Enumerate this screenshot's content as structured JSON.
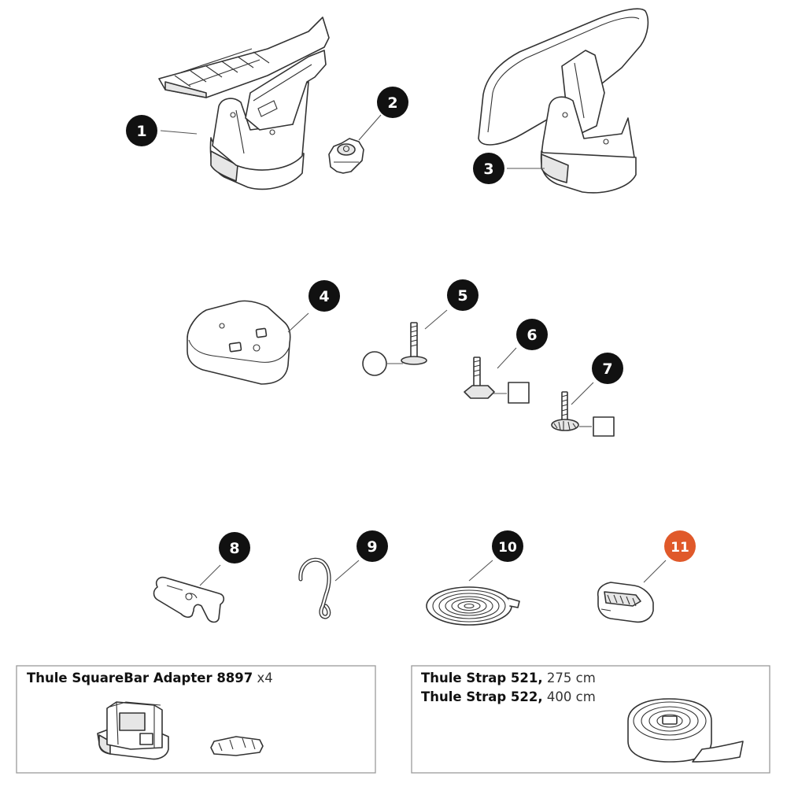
{
  "colors": {
    "badge": "#111111",
    "badge_highlight": "#e0592a",
    "line": "#333333",
    "frame": "#9a9a9a"
  },
  "parts": [
    {
      "number": "1",
      "icon": "kayak-cradle-icon"
    },
    {
      "number": "2",
      "icon": "star-knob-icon"
    },
    {
      "number": "3",
      "icon": "kayak-pad-mount-icon"
    },
    {
      "number": "4",
      "icon": "adapter-pad-icon"
    },
    {
      "number": "5",
      "icon": "t-bolt-washer-icon"
    },
    {
      "number": "6",
      "icon": "t-bolt-square-icon"
    },
    {
      "number": "7",
      "icon": "bolt-toothed-plate-icon"
    },
    {
      "number": "8",
      "icon": "key-plate-icon"
    },
    {
      "number": "9",
      "icon": "hook-icon"
    },
    {
      "number": "10",
      "icon": "coiled-strap-icon"
    },
    {
      "number": "11",
      "icon": "strap-buckle-icon",
      "highlight": true
    }
  ],
  "boxes": {
    "squarebar": {
      "name": "Thule SquareBar Adapter 8897",
      "qty": "x4"
    },
    "straps": {
      "line1_name": "Thule Strap 521,",
      "line1_length": "275 cm",
      "line2_name": "Thule Strap 522,",
      "line2_length": "400 cm"
    }
  }
}
